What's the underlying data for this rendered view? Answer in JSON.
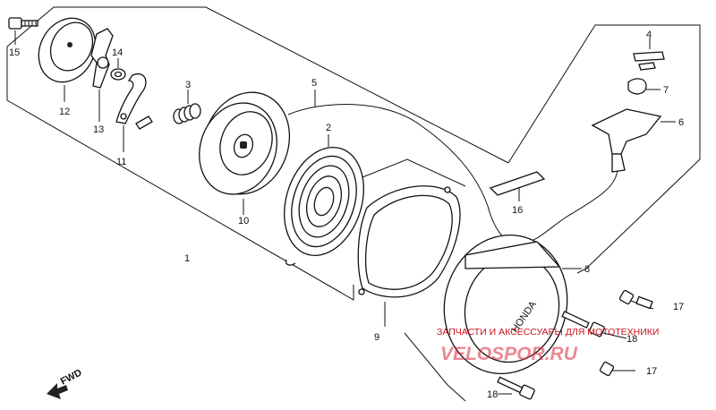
{
  "labels": [
    "1",
    "2",
    "3",
    "4",
    "5",
    "6",
    "7",
    "8",
    "9",
    "10",
    "11",
    "12",
    "13",
    "14",
    "15",
    "16",
    "17",
    "17",
    "18",
    "18"
  ],
  "fwd": "FWD",
  "watermark": {
    "tagline": "ЗАПЧАСТИ И АКСЕССУАРЫ ДЛЯ МОТОТЕХНИКИ",
    "brand": "VELOSPOR.RU",
    "color": "#d9283a"
  },
  "housing_brand": "HONDA"
}
